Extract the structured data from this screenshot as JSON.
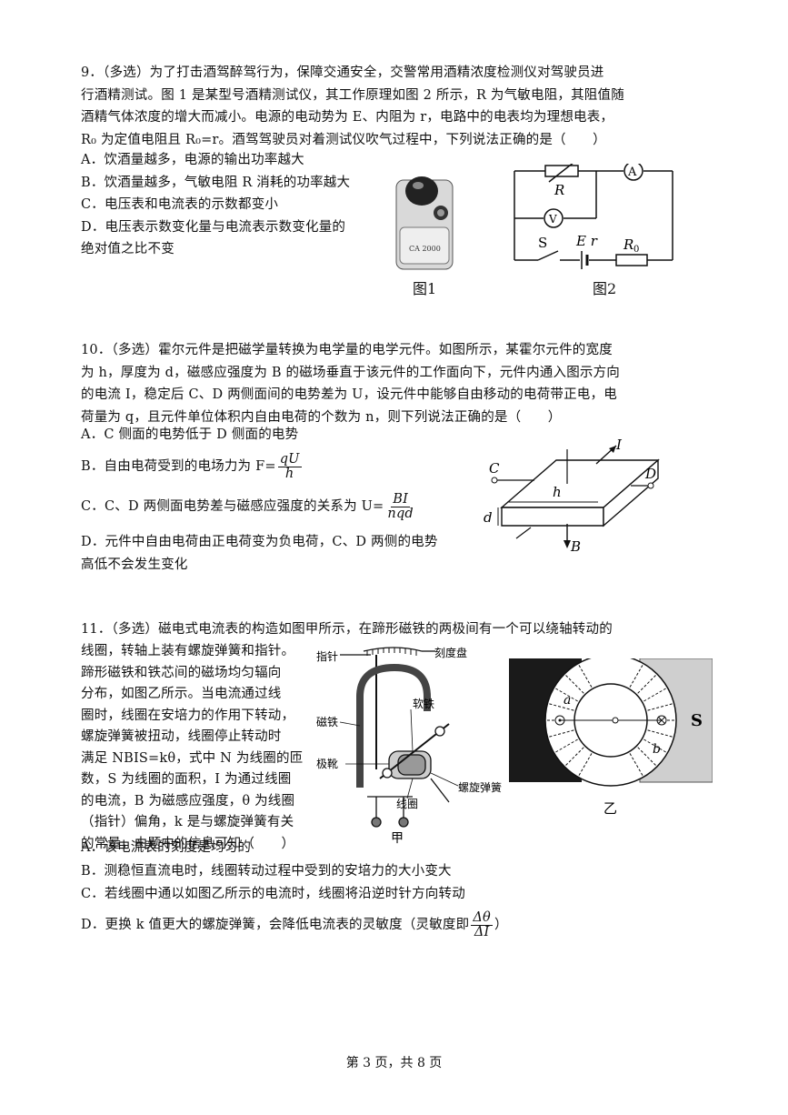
{
  "q9": {
    "stem": [
      "9．（多选）为了打击酒驾醉驾行为，保障交通安全，交警常用酒精浓度检测仪对驾驶员进",
      "行酒精测试。图 1 是某型号酒精测试仪，其工作原理如图 2 所示，R 为气敏电阻，其阻值随",
      "酒精气体浓度的增大而减小。电源的电动势为 E、内阻为 r，电路中的电表均为理想电表，",
      "R₀ 为定值电阻且 R₀=r。酒驾驾驶员对着测试仪吹气过程中，下列说法正确的是（　　）"
    ],
    "options": [
      "A．饮酒量越多，电源的输出功率越大",
      "B．饮酒量越多，气敏电阻 R 消耗的功率越大",
      "C．电压表和电流表的示数都变小",
      "D．电压表示数变化量与电流表示数变化量的",
      "绝对值之比不变"
    ],
    "fig1_caption": "图1",
    "fig2_caption": "图2",
    "device_text": "CA 2000",
    "circuit_labels": {
      "R": "R",
      "A": "A",
      "V": "V",
      "S": "S",
      "Er": "E r",
      "R0": "R",
      "R0_sub": "0"
    }
  },
  "q10": {
    "stem": [
      "10．（多选）霍尔元件是把磁学量转换为电学量的电学元件。如图所示，某霍尔元件的宽度",
      "为 h，厚度为 d，磁感应强度为 B 的磁场垂直于该元件的工作面向下，元件内通入图示方向",
      "的电流 I，稳定后 C、D 两侧面间的电势差为 U，设元件中能够自由移动的电荷带正电，电",
      "荷量为 q，且元件单位体积内自由电荷的个数为 n，则下列说法正确的是（　　）"
    ],
    "optA": "A．C 侧面的电势低于 D 侧面的电势",
    "optB_prefix": "B．自由电荷受到的电场力为 F=",
    "optB_num": "qU",
    "optB_den": "h",
    "optC_prefix": "C．C、D 两侧面电势差与磁感应强度的关系为 U=",
    "optC_num": "BI",
    "optC_den": "nqd",
    "optD": [
      "D．元件中自由电荷由正电荷变为负电荷，C、D 两侧的电势",
      "高低不会发生变化"
    ],
    "fig_labels": {
      "I": "I",
      "C": "C",
      "D": "D",
      "h": "h",
      "d": "d",
      "B": "B"
    }
  },
  "q11": {
    "line1": "11．（多选）磁电式电流表的构造如图甲所示，在蹄形磁铁的两极间有一个可以绕轴转动的",
    "left_lines": [
      "线圈，转轴上装有螺旋弹簧和指针。",
      "蹄形磁铁和铁芯间的磁场均匀辐向",
      "分布，如图乙所示。当电流通过线",
      "圈时，线圈在安培力的作用下转动，",
      "螺旋弹簧被扭动，线圈停止转动时",
      "满足 NBIS=kθ，式中 N 为线圈的匝",
      "数，S 为线圈的面积，I 为通过线圈",
      "的电流，B 为磁感应强度，θ 为线圈",
      "（指针）偏角，k 是与螺旋弹簧有关",
      "的常量，由题中的信息可知（　　）"
    ],
    "options": [
      "A．该电流表的刻度是均匀的",
      "B．测稳恒直流电时，线圈转动过程中受到的安培力的大小变大",
      "C．若线圈中通以如图乙所示的电流时，线圈将沿逆时针方向转动"
    ],
    "optD_prefix": "D．更换 k 值更大的螺旋弹簧，会降低电流表的灵敏度（灵敏度即",
    "optD_num": "Δθ",
    "optD_den": "ΔI",
    "optD_suffix": "）",
    "fig_jia_labels": {
      "pointer": "指针",
      "dial": "刻度盘",
      "magnet": "磁铁",
      "soft_iron": "软铁",
      "pole_shoe": "极靴",
      "spring": "螺旋弹簧",
      "coil": "线圈",
      "caption": "甲"
    },
    "fig_yi_labels": {
      "a": "a",
      "b": "b",
      "S": "S",
      "caption": "乙"
    }
  },
  "footer": "第 3 页，共 8 页"
}
